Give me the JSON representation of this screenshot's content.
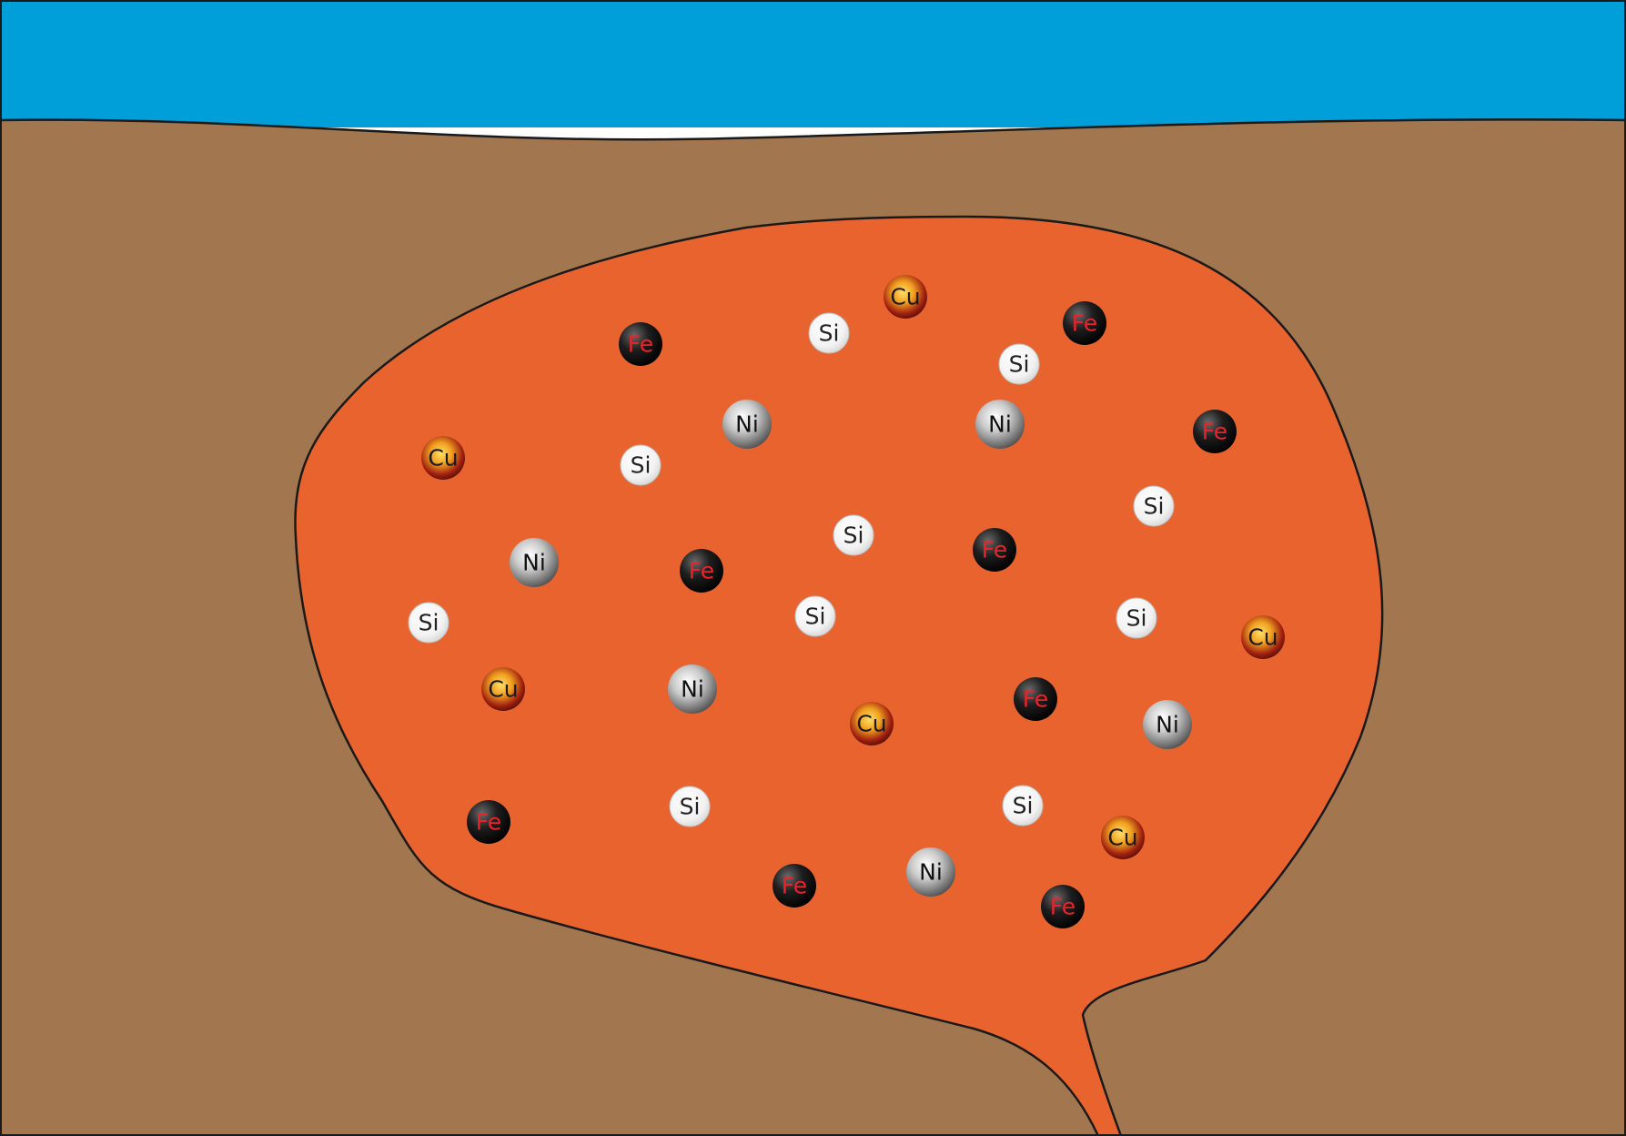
{
  "colors": {
    "sky": "#009fda",
    "ground": "#a2774f",
    "magma": "#e8632e",
    "outline": "#1a1a1a"
  },
  "element_styles": {
    "Fe": {
      "label_color": "#e8232a",
      "body": "dark"
    },
    "Cu": {
      "label_color": "#1a1a1a",
      "body": "copper"
    },
    "Ni": {
      "label_color": "#111111",
      "body": "silver"
    },
    "Si": {
      "label_color": "#222222",
      "body": "white"
    }
  },
  "atoms": [
    {
      "el": "Cu"
    },
    {
      "el": "Fe"
    },
    {
      "el": "Si"
    },
    {
      "el": "Fe"
    },
    {
      "el": "Si"
    },
    {
      "el": "Ni"
    },
    {
      "el": "Ni"
    },
    {
      "el": "Fe"
    },
    {
      "el": "Cu"
    },
    {
      "el": "Si"
    },
    {
      "el": "Si"
    },
    {
      "el": "Si"
    },
    {
      "el": "Ni"
    },
    {
      "el": "Fe"
    },
    {
      "el": "Fe"
    },
    {
      "el": "Si"
    },
    {
      "el": "Si"
    },
    {
      "el": "Si"
    },
    {
      "el": "Cu"
    },
    {
      "el": "Cu"
    },
    {
      "el": "Ni"
    },
    {
      "el": "Fe"
    },
    {
      "el": "Cu"
    },
    {
      "el": "Ni"
    },
    {
      "el": "Fe"
    },
    {
      "el": "Si"
    },
    {
      "el": "Si"
    },
    {
      "el": "Cu"
    },
    {
      "el": "Fe"
    },
    {
      "el": "Ni"
    },
    {
      "el": "Fe"
    }
  ]
}
